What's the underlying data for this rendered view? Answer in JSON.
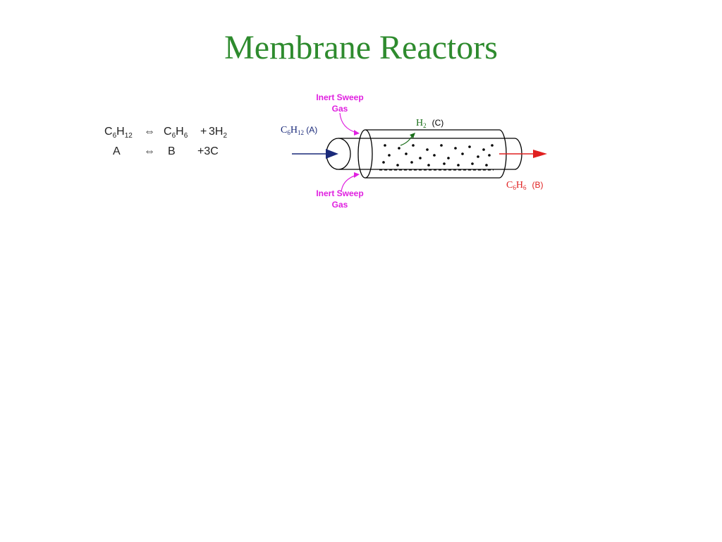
{
  "slide": {
    "title": "Membrane Reactors"
  },
  "equation": {
    "reactant_base": "C",
    "reactant_sub1": "6",
    "reactant_mid": "H",
    "reactant_sub2": "12",
    "arrow": "⇔",
    "product1_base": "C",
    "product1_sub1": "6",
    "product1_mid": "H",
    "product1_sub2": "6",
    "plus": "+",
    "product2_coef_base": "3H",
    "product2_sub": "2",
    "row2_a": "A",
    "row2_arrow": "⇔",
    "row2_b": "B",
    "row2_c": "+3C"
  },
  "diagram": {
    "sweep_top_line1": "Inert Sweep",
    "sweep_top_line2": "Gas",
    "sweep_bottom_line1": "Inert Sweep",
    "sweep_bottom_line2": "Gas",
    "feed_label_c": "C",
    "feed_label_c_sub": "6",
    "feed_label_h": "H",
    "feed_label_h_sub": "12",
    "feed_label_tag": " (A)",
    "permeate_label_h": "H",
    "permeate_label_sub": "2",
    "permeate_label_tag": "(C)",
    "product_label_c": "C",
    "product_label_c_sub": "6",
    "product_label_h": "H",
    "product_label_h_sub": "6",
    "product_label_tag": "(B)",
    "colors": {
      "title": "#2e8b2e",
      "sweep": "#e020e0",
      "feed": "#1a2a7a",
      "permeate": "#1a6e1a",
      "product": "#e02020",
      "outline": "#000000"
    }
  }
}
